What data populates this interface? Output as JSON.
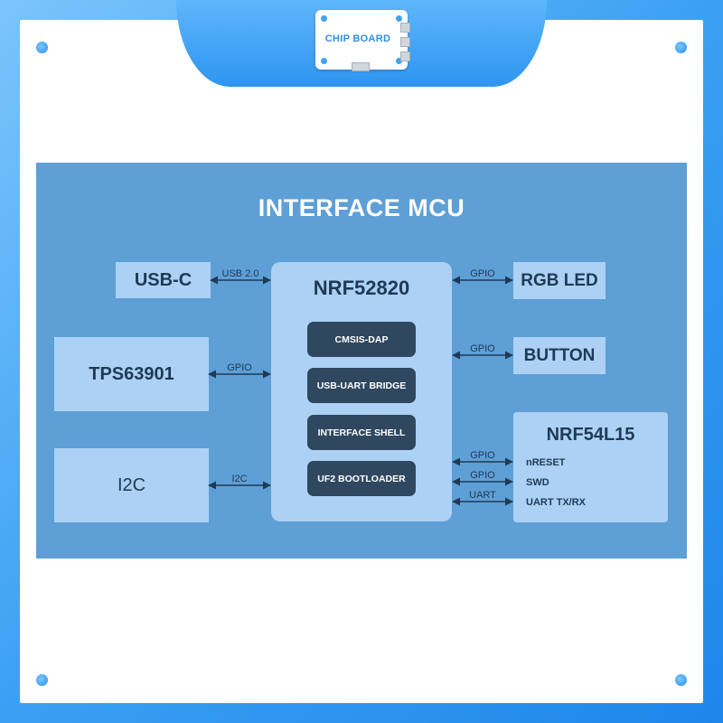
{
  "header": {
    "brand": "CHIP BOARD"
  },
  "diagram": {
    "title": "INTERFACE MCU",
    "mcu": {
      "name": "NRF52820",
      "modules": [
        "CMSIS-DAP",
        "USB-UART BRIDGE",
        "INTERFACE SHELL",
        "UF2 BOOTLOADER"
      ]
    },
    "left_blocks": [
      "USB-C",
      "TPS63901",
      "I2C"
    ],
    "right_blocks": [
      "RGB LED",
      "BUTTON"
    ],
    "target": {
      "name": "NRF54L15",
      "signals": [
        "nRESET",
        "SWD",
        "UART TX/RX"
      ]
    },
    "connections": [
      {
        "label": "USB 2.0"
      },
      {
        "label": "GPIO"
      },
      {
        "label": "I2C"
      },
      {
        "label": "GPIO"
      },
      {
        "label": "GPIO"
      },
      {
        "label": "GPIO"
      },
      {
        "label": "GPIO"
      },
      {
        "label": "UART"
      }
    ]
  },
  "colors": {
    "panel": "#5e9fd6",
    "block": "#acd1f4",
    "module": "#2f4860",
    "accent": "#2d95f1"
  }
}
